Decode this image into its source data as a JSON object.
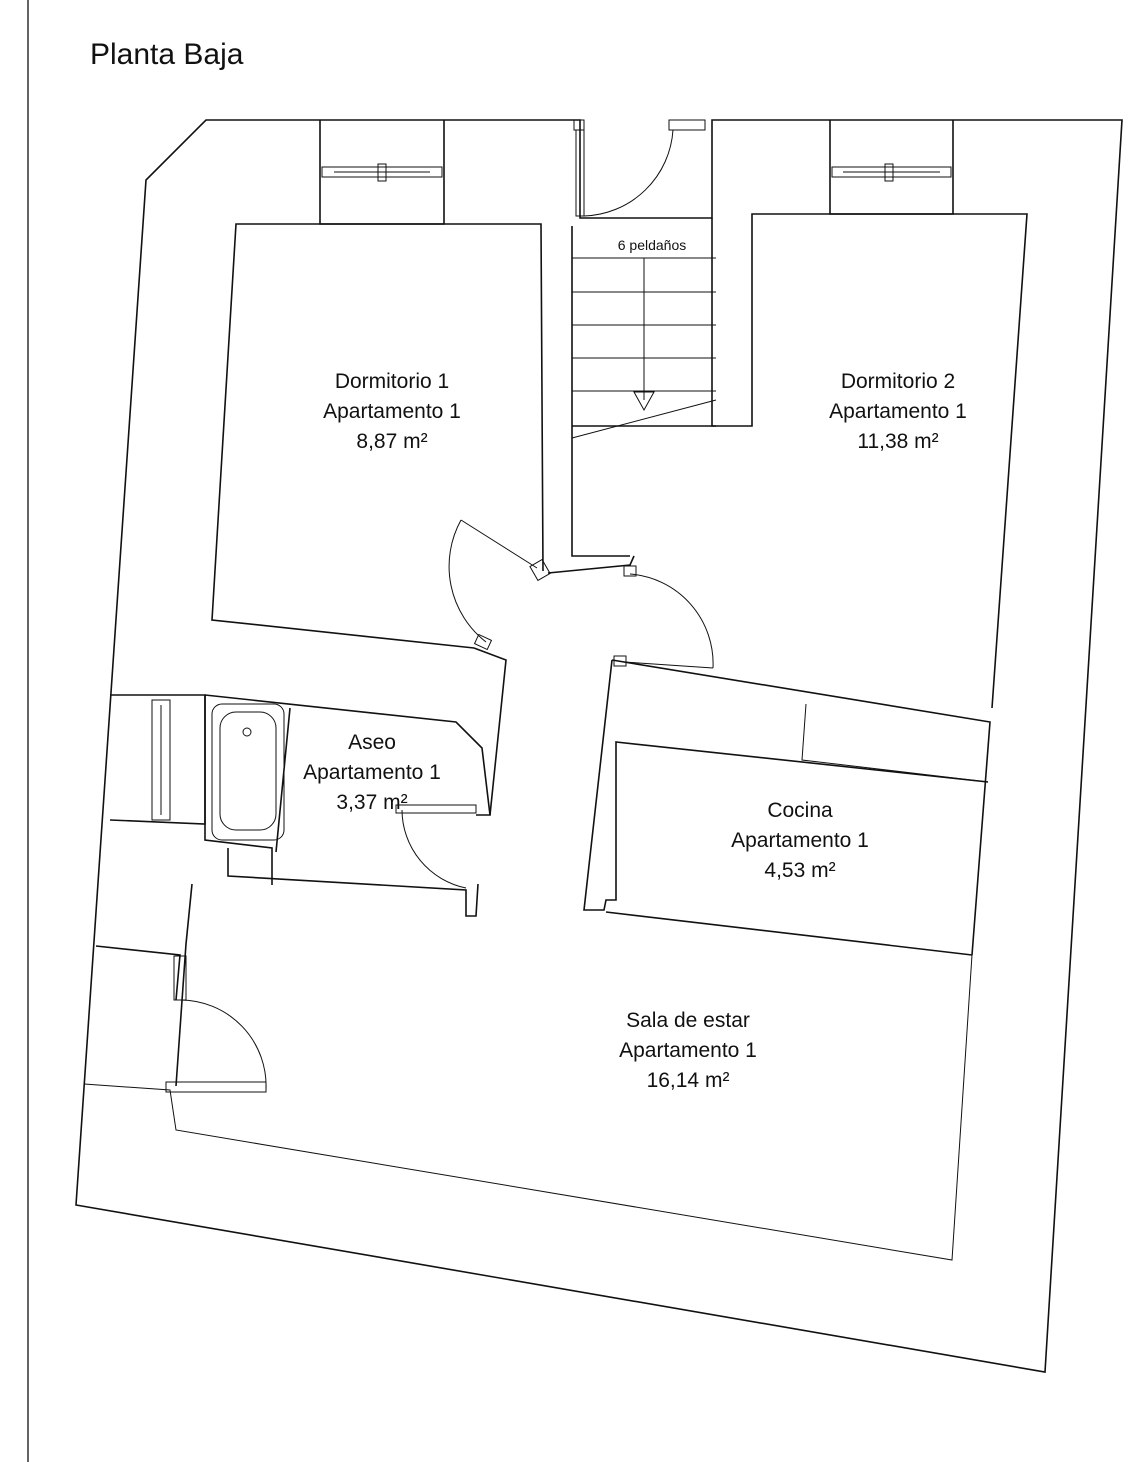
{
  "title": "Planta Baja",
  "stairs": {
    "label": "6 peldaños"
  },
  "rooms": [
    {
      "id": "dormitorio-1",
      "name": "Dormitorio 1",
      "unit": "Apartamento 1",
      "area": "8,87 m²"
    },
    {
      "id": "dormitorio-2",
      "name": "Dormitorio 2",
      "unit": "Apartamento 1",
      "area": "11,38 m²"
    },
    {
      "id": "aseo",
      "name": "Aseo",
      "unit": "Apartamento 1",
      "area": "3,37 m²"
    },
    {
      "id": "cocina",
      "name": "Cocina",
      "unit": "Apartamento 1",
      "area": "4,53 m²"
    },
    {
      "id": "sala-de-estar",
      "name": "Sala de estar",
      "unit": "Apartamento 1",
      "area": "16,14 m²"
    }
  ],
  "colors": {
    "line": "#111111",
    "background": "#ffffff"
  }
}
